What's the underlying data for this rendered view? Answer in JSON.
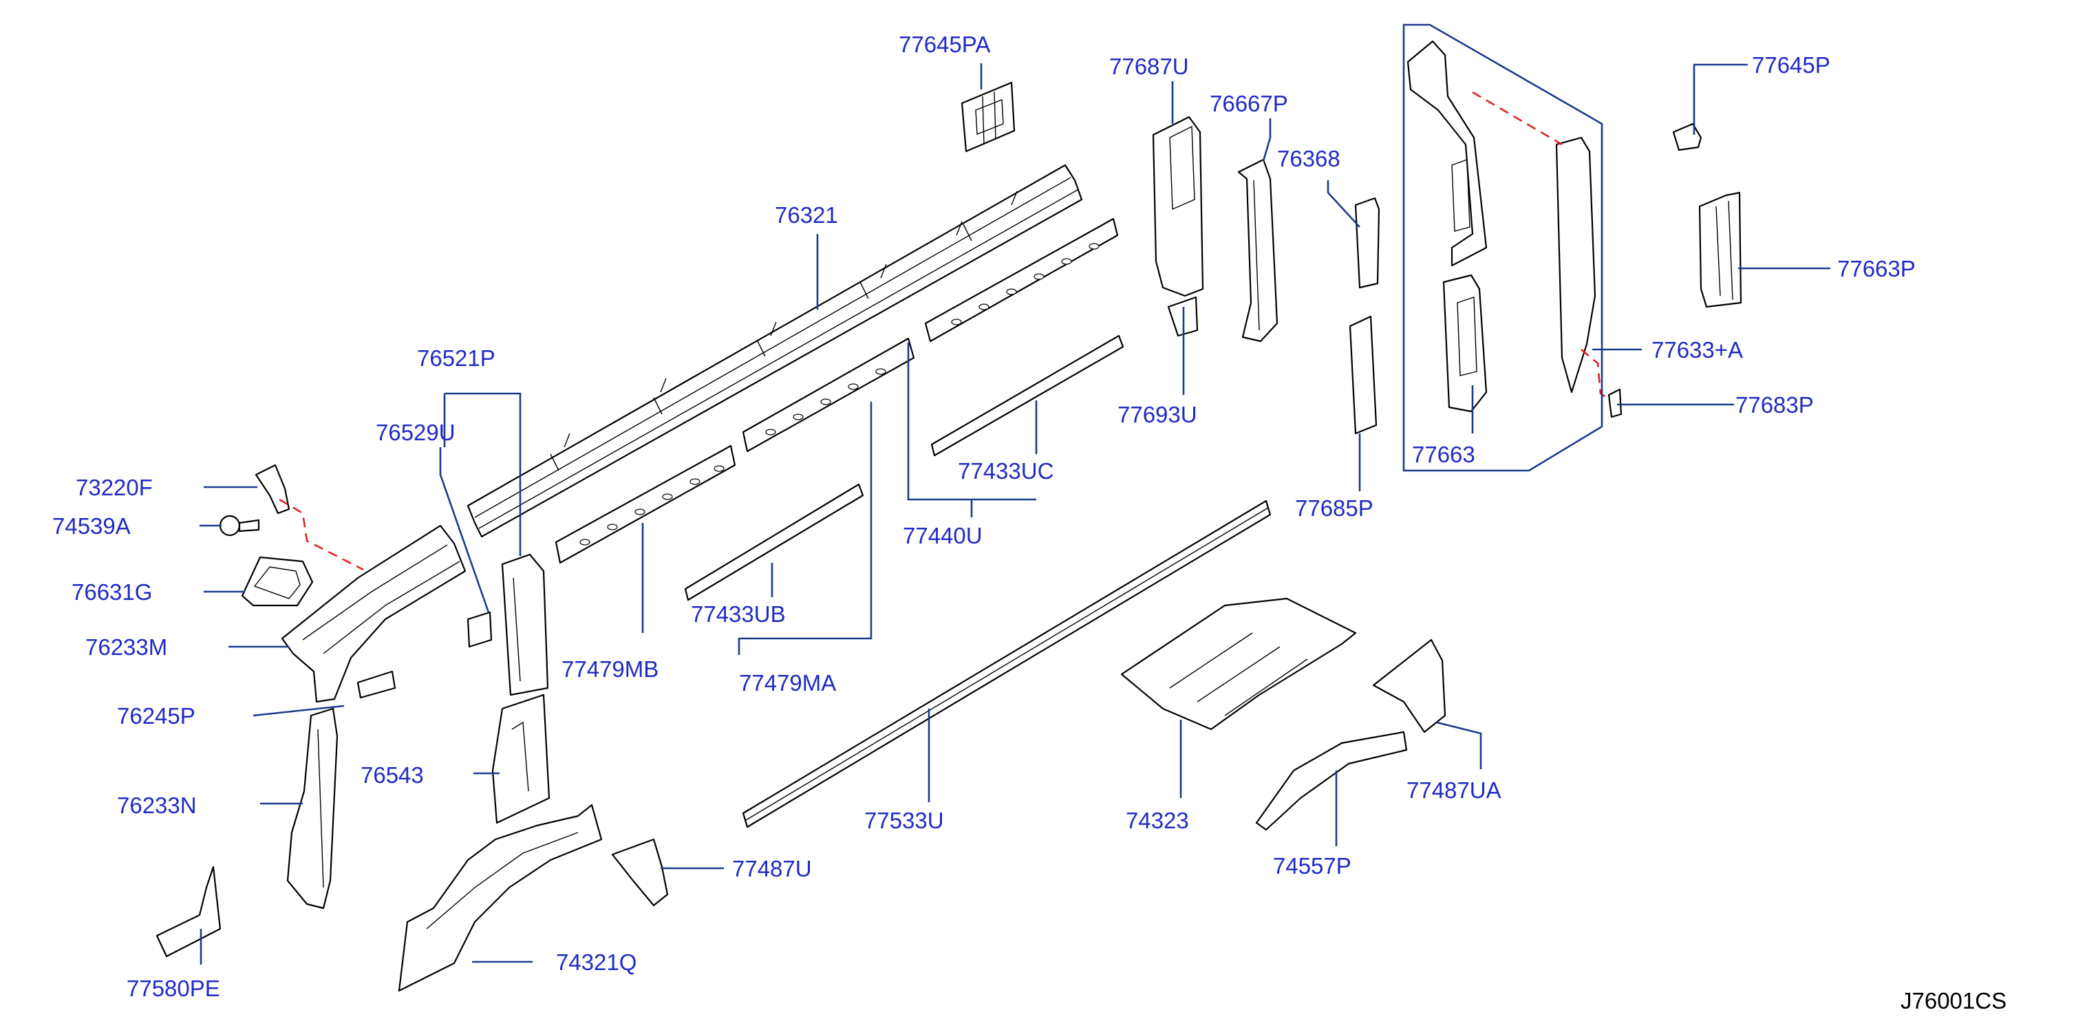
{
  "diagram_code": "J76001CS",
  "colors": {
    "label": "#1e2bc4",
    "leader": "#1a3a8c",
    "dashed_connector": "#e02020",
    "line_art": "#000000"
  },
  "parts": {
    "p77645PA": "77645PA",
    "p77687U": "77687U",
    "p76667P": "76667P",
    "p76368": "76368",
    "p77645P": "77645P",
    "p77663P": "77663P",
    "p77633A": "77633+A",
    "p77683P": "77683P",
    "p77663": "77663",
    "p76321": "76321",
    "p76521P": "76521P",
    "p76529U": "76529U",
    "p73220F": "73220F",
    "p74539A": "74539A",
    "p76631G": "76631G",
    "p76233M": "76233M",
    "p76245P": "76245P",
    "p76233N": "76233N",
    "p76543": "76543",
    "p77580PE": "77580PE",
    "p77479MB": "77479MB",
    "p77479MA": "77479MA",
    "p77433UB": "77433UB",
    "p77433UC": "77433UC",
    "p77440U": "77440U",
    "p77693U": "77693U",
    "p77685P": "77685P",
    "p77533U": "77533U",
    "p74323": "74323",
    "p74557P": "74557P",
    "p77487UA": "77487UA",
    "p77487U": "77487U",
    "p74321Q": "74321Q"
  }
}
